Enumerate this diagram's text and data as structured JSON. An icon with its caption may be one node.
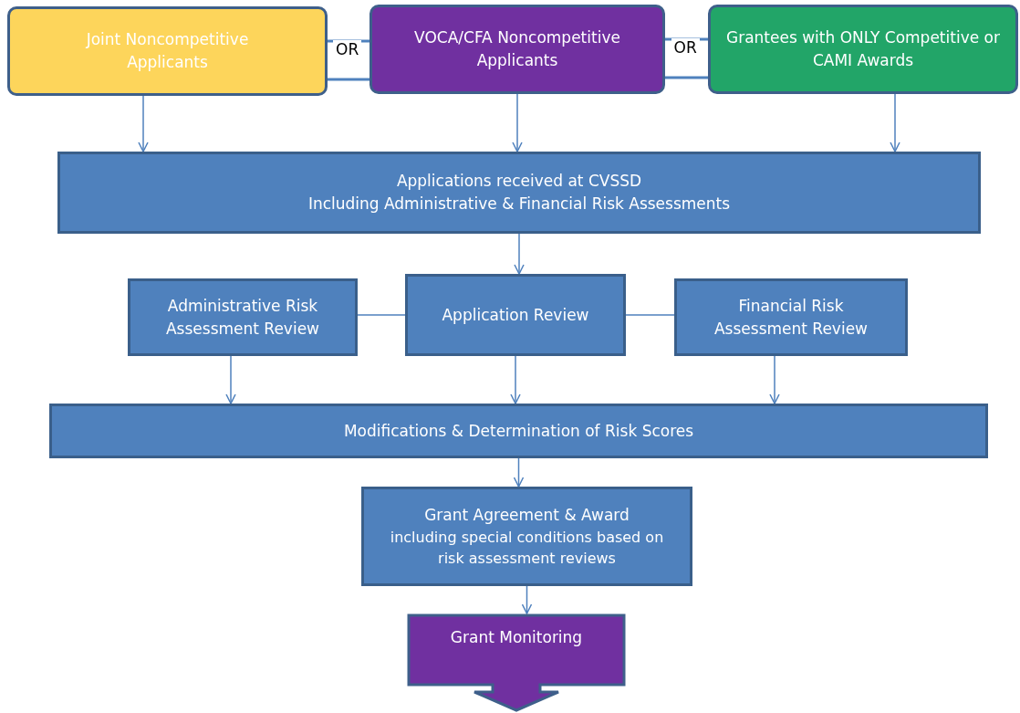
{
  "diagram": {
    "nodes": [
      {
        "text": [
          "Joint Noncompetitive Applicants"
        ]
      },
      {
        "text": [
          "VOCA/CFA Noncompetitive Applicants"
        ]
      },
      {
        "text": [
          "Grantees with ONLY Competitive or CAMI Awards"
        ]
      },
      {
        "text": [
          "Applications received at CVSSD",
          "Including Administrative & Financial Risk Assessments"
        ]
      },
      {
        "text": [
          "Administrative Risk Assessment Review"
        ]
      },
      {
        "text": [
          "Application Review"
        ]
      },
      {
        "text": [
          "Financial Risk Assessment Review"
        ]
      },
      {
        "text": [
          "Modifications & Determination of Risk Scores"
        ]
      },
      {
        "text": [
          "Grant Agreement & Award",
          "including special conditions based on risk assessment reviews"
        ]
      },
      {
        "text": [
          "Grant Monitoring"
        ]
      }
    ],
    "edges": [
      {
        "from": 0,
        "to": 1,
        "arrow": "none",
        "label": "OR"
      },
      {
        "from": 1,
        "to": 2,
        "arrow": "none",
        "label": "OR"
      },
      {
        "from": 0,
        "to": 3,
        "arrow": "to"
      },
      {
        "from": 1,
        "to": 3,
        "arrow": "to"
      },
      {
        "from": 2,
        "to": 3,
        "arrow": "to"
      },
      {
        "from": 3,
        "to": 5,
        "arrow": "to"
      },
      {
        "from": 5,
        "to": 4,
        "arrow": "none"
      },
      {
        "from": 5,
        "to": 6,
        "arrow": "none"
      },
      {
        "from": 4,
        "to": 7,
        "arrow": "to"
      },
      {
        "from": 5,
        "to": 7,
        "arrow": "to"
      },
      {
        "from": 6,
        "to": 7,
        "arrow": "to"
      },
      {
        "from": 7,
        "to": 8,
        "arrow": "to"
      },
      {
        "from": 8,
        "to": 9,
        "arrow": "to"
      }
    ]
  }
}
